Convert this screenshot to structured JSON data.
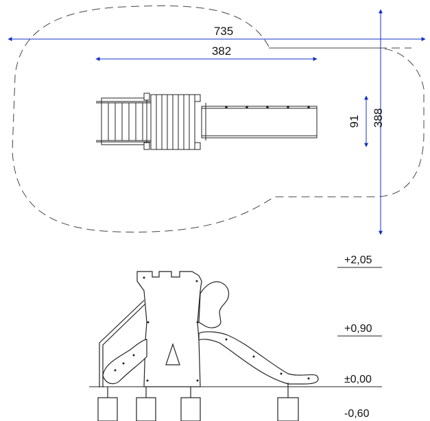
{
  "dimensions": {
    "overall_length": "735",
    "equipment_length": "382",
    "overall_width": "388",
    "equipment_width": "91"
  },
  "levels": [
    {
      "id": "top",
      "label": "+2,05"
    },
    {
      "id": "platform",
      "label": "+0,90"
    },
    {
      "id": "ground",
      "label": "±0,00"
    },
    {
      "id": "foundation",
      "label": "-0,60"
    }
  ],
  "colors": {
    "arrow": "#1030c8",
    "line": "#222222",
    "dash": "#444444"
  }
}
